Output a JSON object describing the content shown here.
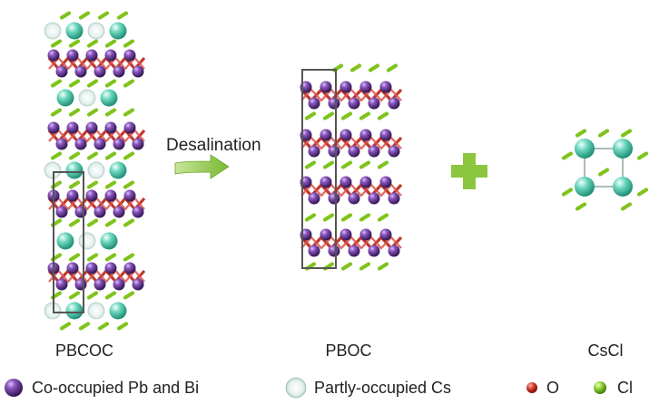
{
  "structures": {
    "pbcoc": {
      "label": "PBCOC"
    },
    "pboc": {
      "label": "PBOC"
    },
    "cscl": {
      "label": "CsCl"
    }
  },
  "reaction": {
    "arrow_label": "Desalination"
  },
  "legend": {
    "items": [
      {
        "id": "pb-bi",
        "label": "Co-occupied Pb and Bi",
        "icon": "purple-sphere-icon"
      },
      {
        "id": "cs",
        "label": "Partly-occupied Cs",
        "icon": "cyan-sphere-icon"
      },
      {
        "id": "o",
        "label": "O",
        "icon": "red-dot-icon"
      },
      {
        "id": "cl",
        "label": "Cl",
        "icon": "green-dot-icon"
      }
    ]
  },
  "colors": {
    "pb_bi": "#6a3d96",
    "cs": "#5fd1b6",
    "cs_white": "#dff3ee",
    "o": "#c62828",
    "cl": "#7fc31c",
    "arrow": "#8cc63f",
    "plus": "#8cc63f",
    "cell": "#555555"
  }
}
